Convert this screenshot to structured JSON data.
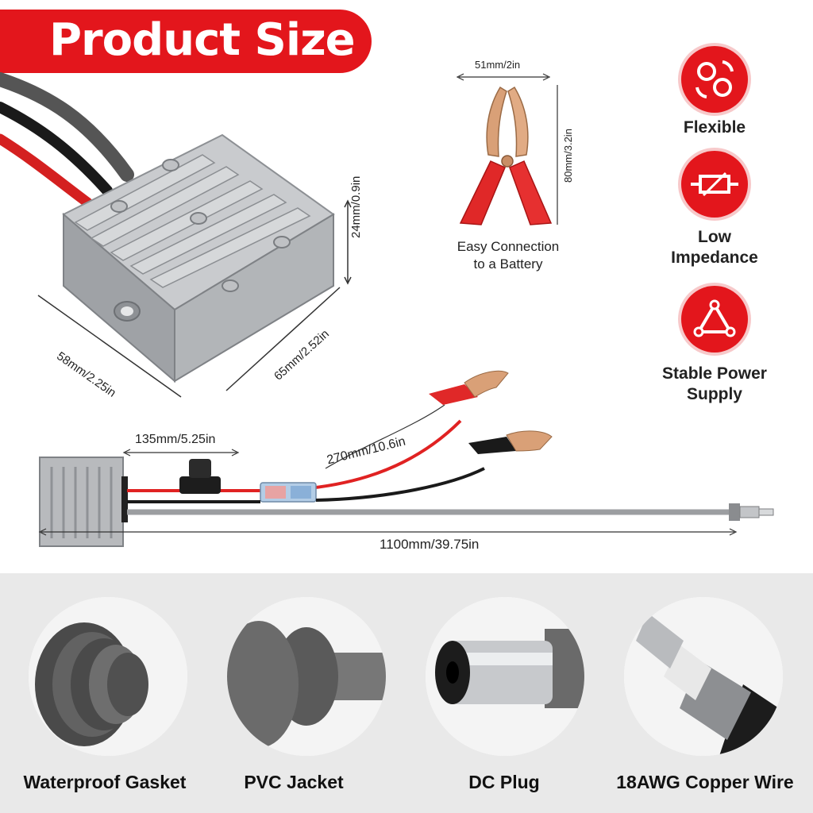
{
  "header": {
    "title": "Product Size"
  },
  "dimensions": {
    "module_height": "24mm/0.9in",
    "module_length": "65mm/2.52in",
    "module_width": "58mm/2.25in",
    "clip_width": "51mm/2in",
    "clip_length": "80mm/3.2in",
    "fuse_distance": "135mm/5.25in",
    "clip_cable": "270mm/10.6in",
    "total_length": "1100mm/39.75in"
  },
  "clip_caption": {
    "line1": "Easy Connection",
    "line2": "to a Battery"
  },
  "features": [
    {
      "line1": "Flexible",
      "line2": "",
      "icon": "flexible-icon"
    },
    {
      "line1": "Low",
      "line2": "Impedance",
      "icon": "impedance-icon"
    },
    {
      "line1": "Stable Power",
      "line2": "Supply",
      "icon": "stable-power-icon"
    }
  ],
  "details": [
    {
      "label": "Waterproof Gasket"
    },
    {
      "label": "PVC Jacket"
    },
    {
      "label": "DC Plug"
    },
    {
      "label": "18AWG Copper Wire"
    }
  ],
  "colors": {
    "accent": "#e3161c",
    "wire_red": "#e32222",
    "wire_black": "#1a1a1a",
    "aluminum": "#b7b9bc"
  }
}
